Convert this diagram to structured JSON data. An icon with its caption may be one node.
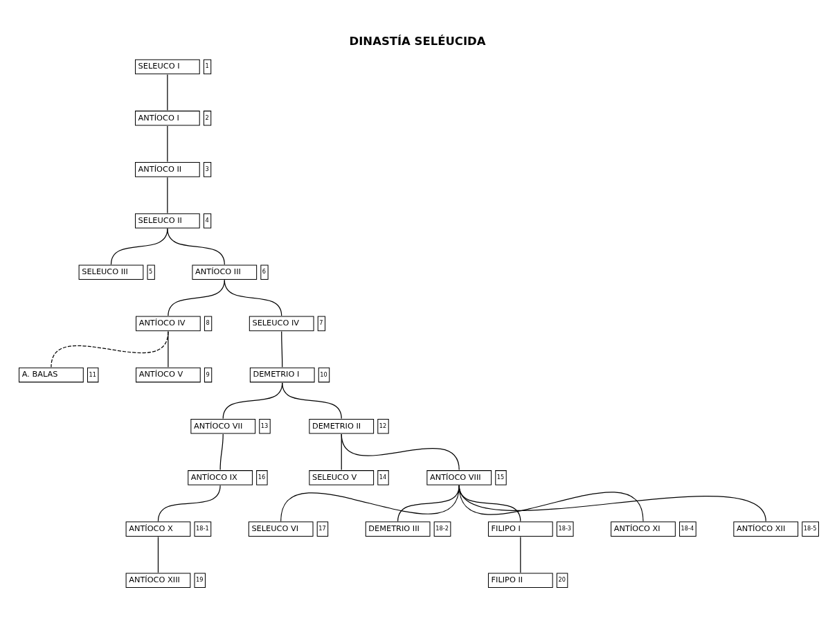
{
  "diagram": {
    "title": "DINASTÍA SELÉUCIDA",
    "nodes": [
      {
        "text": [
          "SELEUCO I"
        ],
        "beside": [
          "1"
        ]
      },
      {
        "text": [
          "ANTÍOCO I"
        ],
        "beside": [
          "2"
        ]
      },
      {
        "text": [
          "ANTÍOCO II"
        ],
        "beside": [
          "3"
        ]
      },
      {
        "text": [
          "SELEUCO II"
        ],
        "beside": [
          "4"
        ]
      },
      {
        "text": [
          "SELEUCO III"
        ],
        "beside": [
          "5"
        ]
      },
      {
        "text": [
          "ANTÍOCO III"
        ],
        "beside": [
          "6"
        ]
      },
      {
        "text": [
          "ANTÍOCO IV"
        ],
        "beside": [
          "8"
        ]
      },
      {
        "text": [
          "SELEUCO IV"
        ],
        "beside": [
          "7"
        ]
      },
      {
        "text": [
          "A. BALAS"
        ],
        "beside": [
          "11"
        ]
      },
      {
        "text": [
          "ANTÍOCO V"
        ],
        "beside": [
          "9"
        ]
      },
      {
        "text": [
          "DEMETRIO I"
        ],
        "beside": [
          "10"
        ]
      },
      {
        "text": [
          "ANTÍOCO VII"
        ],
        "beside": [
          "13"
        ]
      },
      {
        "text": [
          "DEMETRIO II"
        ],
        "beside": [
          "12"
        ]
      },
      {
        "text": [
          "ANTÍOCO IX"
        ],
        "beside": [
          "16"
        ]
      },
      {
        "text": [
          "SELEUCO V"
        ],
        "beside": [
          "14"
        ]
      },
      {
        "text": [
          "ANTÍOCO VIII"
        ],
        "beside": [
          "15"
        ]
      },
      {
        "text": [
          "ANTÍOCO X"
        ],
        "beside": [
          "18-1"
        ]
      },
      {
        "text": [
          "SELEUCO VI"
        ],
        "beside": [
          "17"
        ]
      },
      {
        "text": [
          "DEMETRIO III"
        ],
        "beside": [
          "18-2"
        ]
      },
      {
        "text": [
          "FILIPO I"
        ],
        "beside": [
          "18-3"
        ]
      },
      {
        "text": [
          "ANTÍOCO XI"
        ],
        "beside": [
          "18-4"
        ]
      },
      {
        "text": [
          "ANTÍOCO XII"
        ],
        "beside": [
          "18-5"
        ]
      },
      {
        "text": [
          "ANTÍOCO XIII"
        ],
        "beside": [
          "19"
        ]
      },
      {
        "text": [
          "FILIPO II"
        ],
        "beside": [
          "20"
        ]
      }
    ],
    "edges": [
      {
        "from": 0,
        "to": 1,
        "arrow": "none"
      },
      {
        "from": 1,
        "to": 2,
        "arrow": "none"
      },
      {
        "from": 2,
        "to": 3,
        "arrow": "none"
      },
      {
        "from": 3,
        "to": 4,
        "arrow": "none"
      },
      {
        "from": 3,
        "to": 5,
        "arrow": "none"
      },
      {
        "from": 5,
        "to": 6,
        "arrow": "none"
      },
      {
        "from": 5,
        "to": 7,
        "arrow": "none"
      },
      {
        "from": 6,
        "to": 8,
        "arrow": "none",
        "style": "dashed"
      },
      {
        "from": 6,
        "to": 9,
        "arrow": "none"
      },
      {
        "from": 7,
        "to": 10,
        "arrow": "none"
      },
      {
        "from": 10,
        "to": 11,
        "arrow": "none"
      },
      {
        "from": 10,
        "to": 12,
        "arrow": "none"
      },
      {
        "from": 11,
        "to": 13,
        "arrow": "none"
      },
      {
        "from": 12,
        "to": 14,
        "arrow": "none"
      },
      {
        "from": 12,
        "to": 15,
        "arrow": "none"
      },
      {
        "from": 13,
        "to": 16,
        "arrow": "none"
      },
      {
        "from": 15,
        "to": 17,
        "arrow": "none"
      },
      {
        "from": 15,
        "to": 18,
        "arrow": "none"
      },
      {
        "from": 15,
        "to": 19,
        "arrow": "none"
      },
      {
        "from": 15,
        "to": 20,
        "arrow": "none"
      },
      {
        "from": 15,
        "to": 21,
        "arrow": "none"
      },
      {
        "from": 16,
        "to": 22,
        "arrow": "none"
      },
      {
        "from": 19,
        "to": 23,
        "arrow": "none"
      }
    ]
  }
}
